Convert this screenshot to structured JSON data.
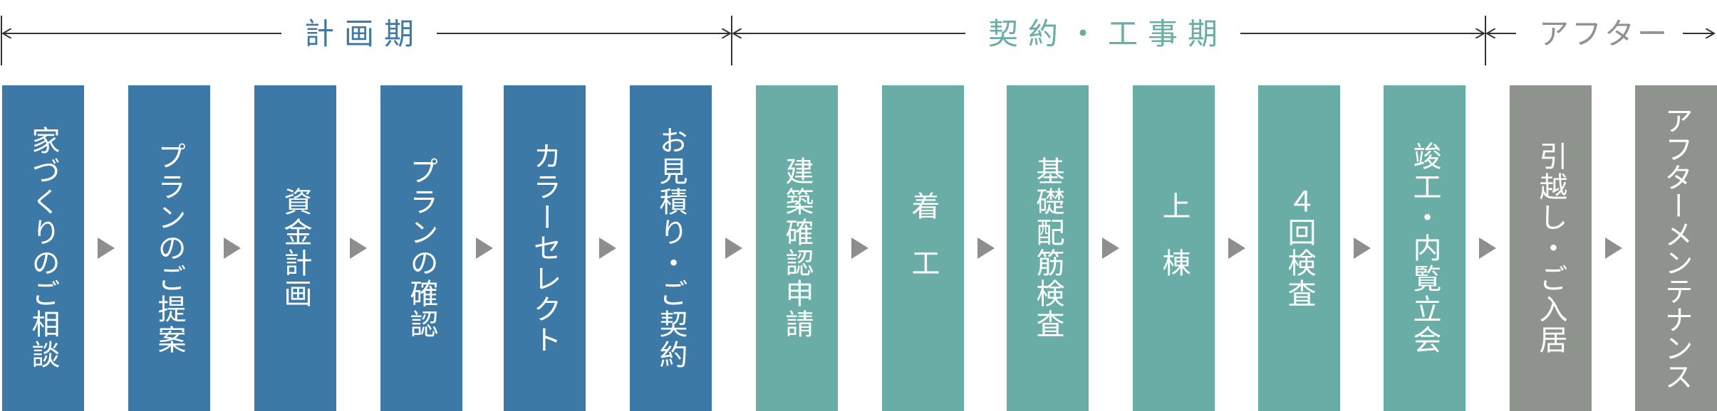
{
  "colors": {
    "planning": "#3c79a6",
    "construction": "#6aada6",
    "after": "#8e948d",
    "line": "#333333",
    "arrow": "#8e8e8e"
  },
  "phases": [
    {
      "label": "計画期",
      "color": "#3c79a6"
    },
    {
      "label": "契約・工事期",
      "color": "#6aada6"
    },
    {
      "label": "アフター",
      "color": "#8e948d"
    }
  ],
  "steps": [
    {
      "label": "家づくりのご相談",
      "phase": "planning"
    },
    {
      "label": "プランのご提案",
      "phase": "planning"
    },
    {
      "label": "資金計画",
      "phase": "planning"
    },
    {
      "label": "プランの確認",
      "phase": "planning"
    },
    {
      "label": "カラーセレクト",
      "phase": "planning"
    },
    {
      "label": "お見積り・ご契約",
      "phase": "planning"
    },
    {
      "label": "建築確認申請",
      "phase": "construction"
    },
    {
      "label": "着工",
      "phase": "construction"
    },
    {
      "label": "基礎配筋検査",
      "phase": "construction"
    },
    {
      "label": "上棟",
      "phase": "construction"
    },
    {
      "label": "４回検査",
      "phase": "construction"
    },
    {
      "label": "竣工・内覧立会",
      "phase": "construction"
    },
    {
      "label": "引越し・ご入居",
      "phase": "after"
    },
    {
      "label": "アフターメンテナンス",
      "phase": "after"
    }
  ]
}
